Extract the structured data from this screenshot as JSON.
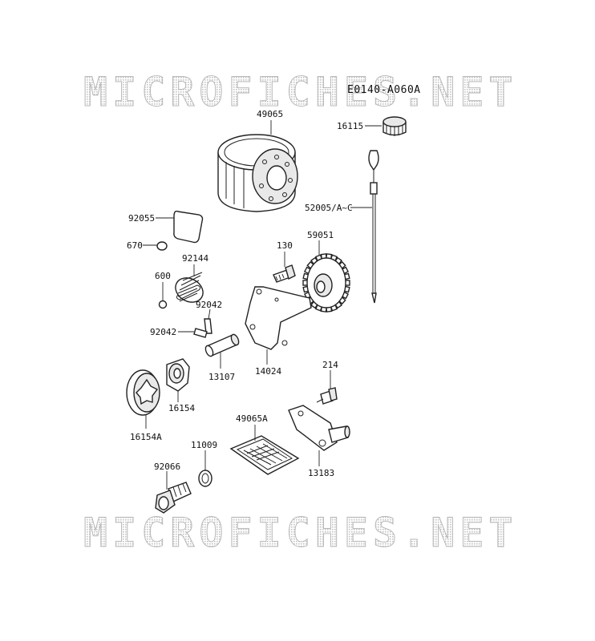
{
  "diagram_code": "E0140-A060A",
  "watermark": {
    "top": "MICROFICHES.NET",
    "bottom": "MICROFICHES.NET"
  },
  "parts": {
    "p49065": "49065",
    "p16115": "16115",
    "p52005": "52005/A~C",
    "p92055": "92055",
    "p670": "670",
    "p92144": "92144",
    "p600": "600",
    "p130": "130",
    "p59051": "59051",
    "p92042a": "92042",
    "p92042b": "92042",
    "p13107": "13107",
    "p14024": "14024",
    "p16154": "16154",
    "p16154A": "16154A",
    "p214": "214",
    "p49065A": "49065A",
    "p13183": "13183",
    "p11009": "11009",
    "p92066": "92066"
  }
}
